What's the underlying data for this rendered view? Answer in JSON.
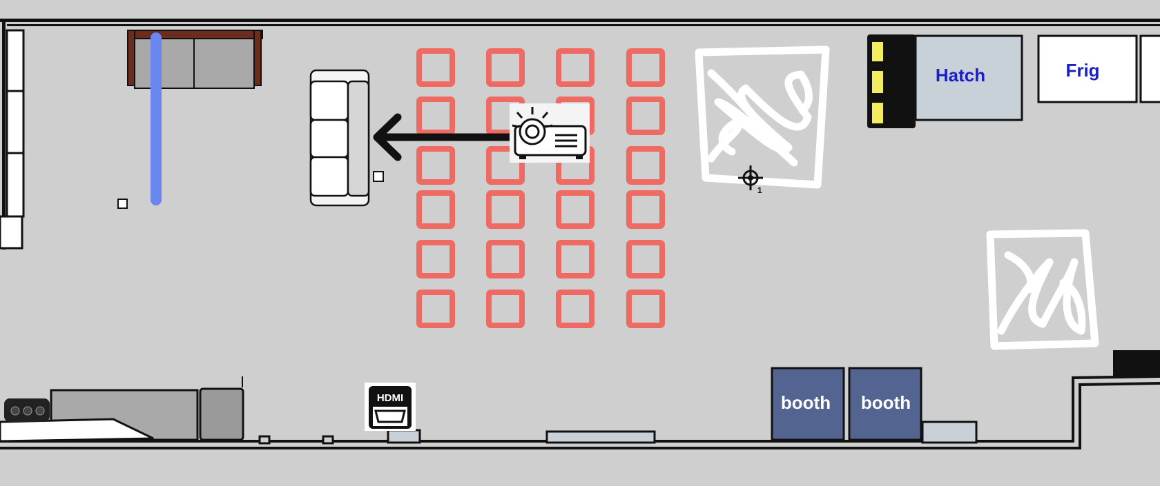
{
  "colors": {
    "background": "#cfcfcf",
    "wall": "#111111",
    "chair_outline": "#ee6a62",
    "booth_fill": "#52648f",
    "booth_text": "#ffffff",
    "hatch_fill": "#c8d0d8",
    "label_blue": "#1a20c8",
    "blue_line": "#6a86f0",
    "sofa_wood": "#6b2e1e",
    "yellow_light": "#f3ec5c",
    "scribble": "#ffffff",
    "arrow": "#111111"
  },
  "labels": {
    "hatch": "Hatch",
    "frig": "Frig",
    "booth_1": "booth",
    "booth_2": "booth",
    "hdmi": "HDMI",
    "marker_number": "1"
  },
  "icons": {
    "projector": "projector-icon",
    "hdmi": "hdmi-port-icon",
    "marker": "crosshair-target-icon",
    "direction": "arrow-left-icon",
    "scribble": "scribble-mark-icon"
  },
  "seating": {
    "rows": 6,
    "columns": 4
  }
}
